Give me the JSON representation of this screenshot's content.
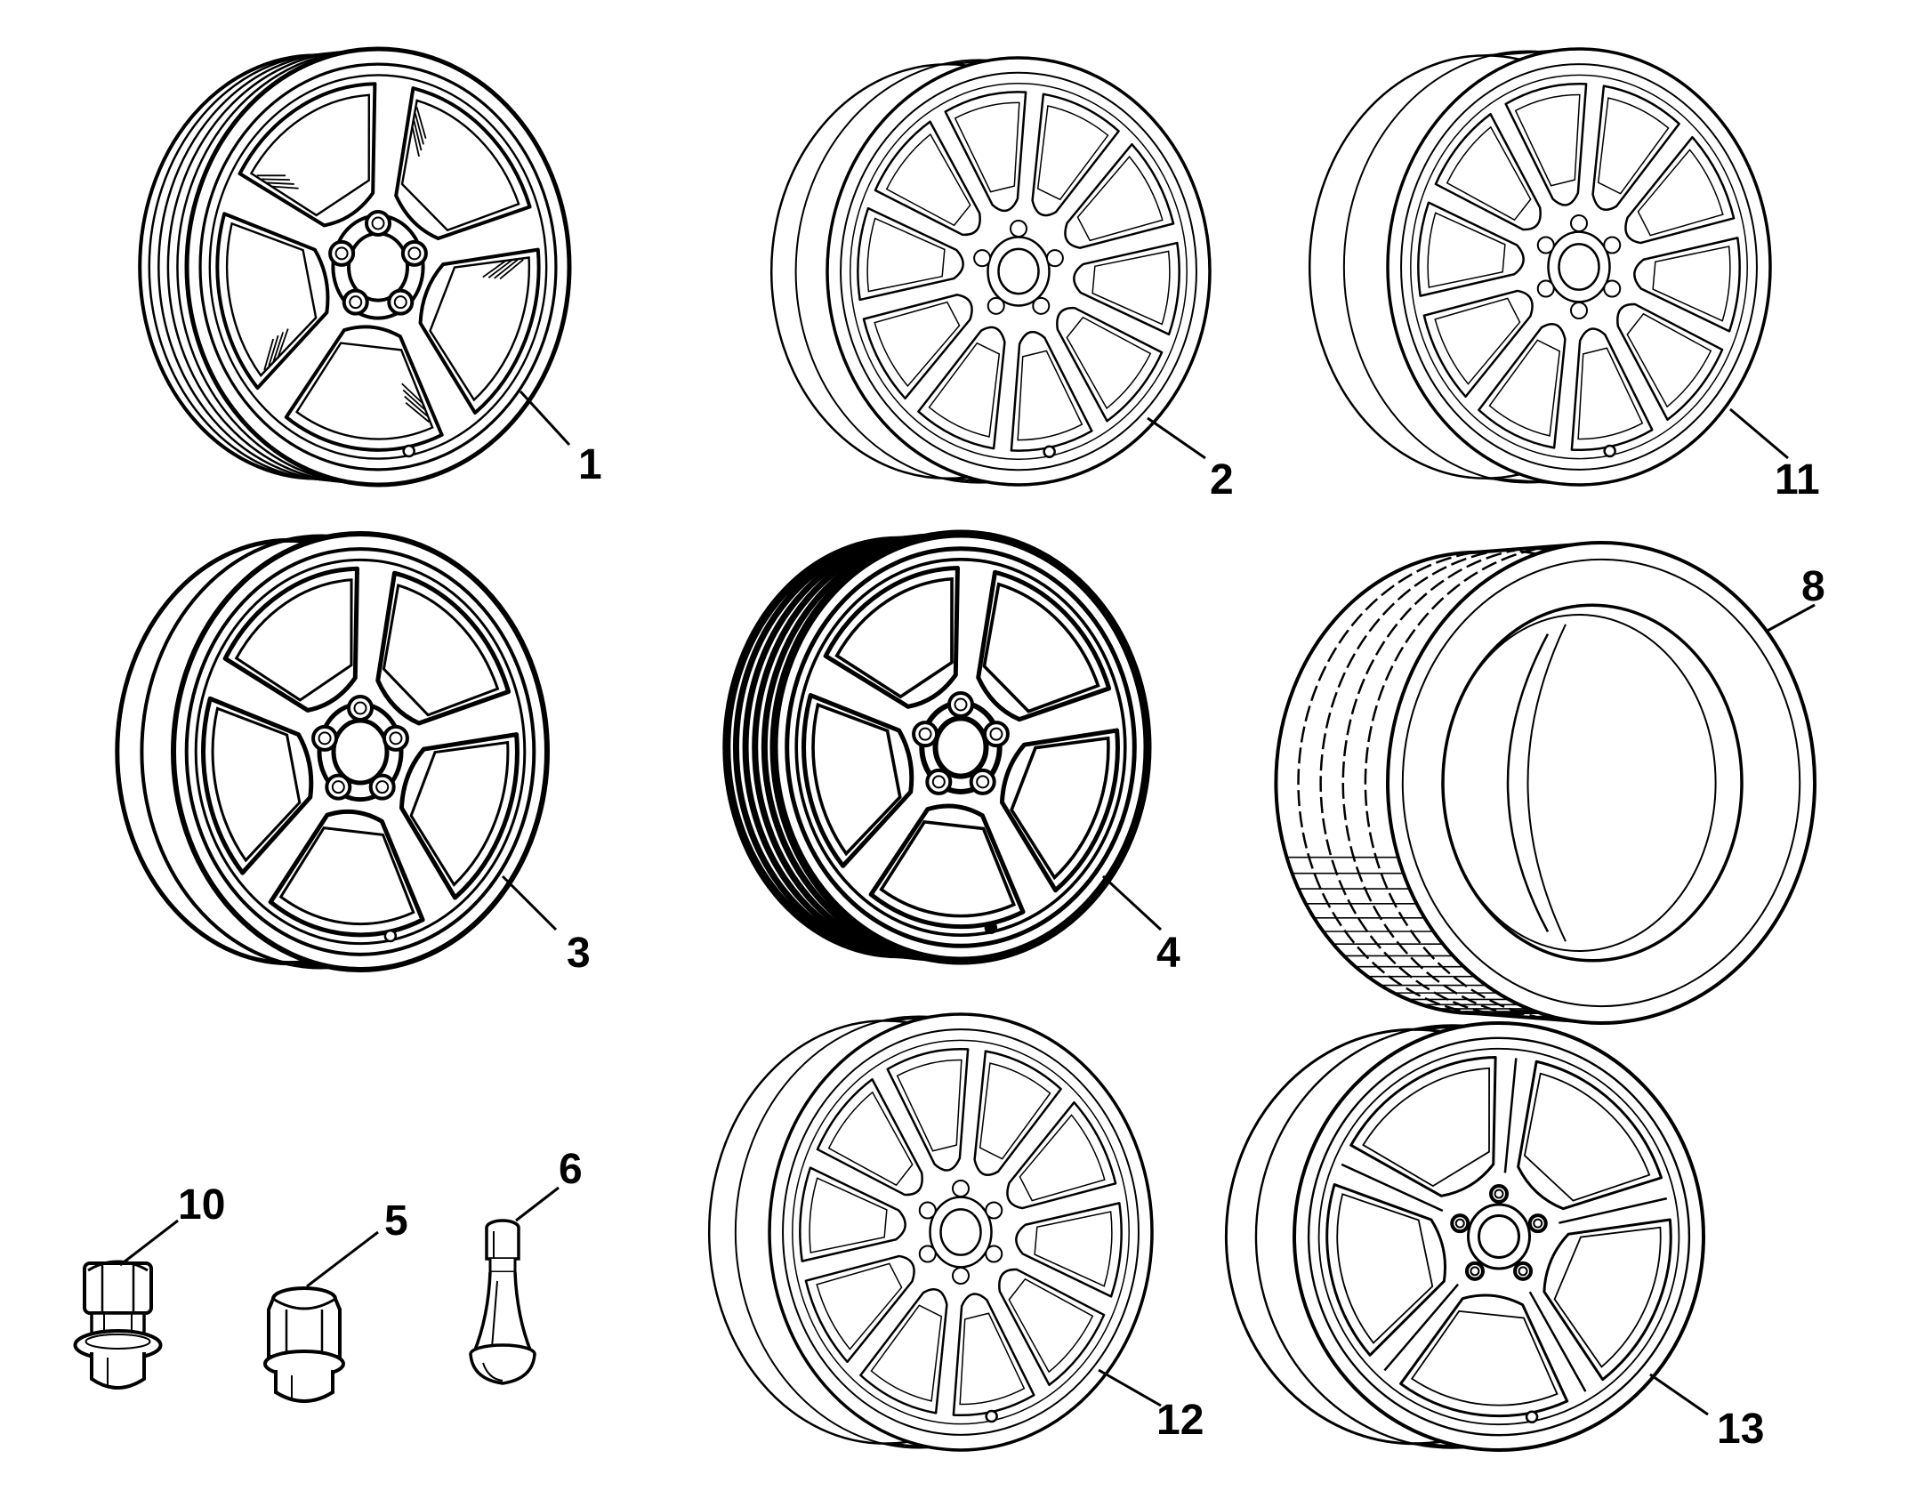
{
  "diagram": {
    "callouts": {
      "p1": "1",
      "p2": "2",
      "p3": "3",
      "p4": "4",
      "p5": "5",
      "p6": "6",
      "p8": "8",
      "p10": "10",
      "p11": "11",
      "p12": "12",
      "p13": "13"
    },
    "colors": {
      "ink": "#000000",
      "paper": "#ffffff"
    },
    "parts": [
      {
        "callout": "1",
        "kind": "wheel",
        "spokes": 5,
        "finish": "chrome",
        "icon": "wheel-icon"
      },
      {
        "callout": "2",
        "kind": "wheel",
        "spokes": 10,
        "finish": "outline",
        "icon": "wheel-icon"
      },
      {
        "callout": "3",
        "kind": "wheel",
        "spokes": 5,
        "finish": "painted",
        "icon": "wheel-icon"
      },
      {
        "callout": "4",
        "kind": "wheel",
        "spokes": 5,
        "finish": "dark-rim",
        "icon": "wheel-icon"
      },
      {
        "callout": "5",
        "kind": "lug-nut",
        "icon": "lug-nut-icon"
      },
      {
        "callout": "6",
        "kind": "valve-stem",
        "icon": "valve-stem-icon"
      },
      {
        "callout": "8",
        "kind": "tire",
        "icon": "tire-icon"
      },
      {
        "callout": "10",
        "kind": "lug-nut",
        "icon": "lug-nut-icon"
      },
      {
        "callout": "11",
        "kind": "wheel",
        "spokes": 10,
        "finish": "outline",
        "icon": "wheel-icon"
      },
      {
        "callout": "12",
        "kind": "wheel",
        "spokes": 10,
        "finish": "outline",
        "icon": "wheel-icon"
      },
      {
        "callout": "13",
        "kind": "wheel",
        "spokes": 5,
        "finish": "split-spoke",
        "icon": "wheel-icon"
      }
    ]
  }
}
